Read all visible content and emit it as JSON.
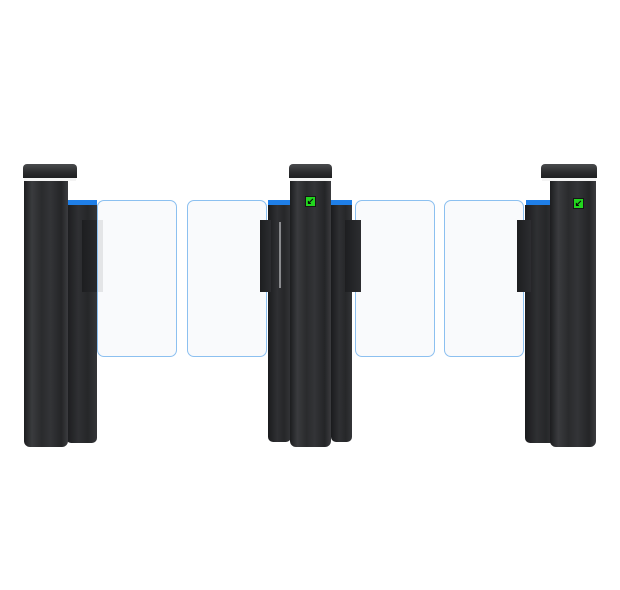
{
  "scene": {
    "description": "Three black swing-barrier turnstile pillars with transparent glass gate panels on white background",
    "background_color": "#ffffff",
    "pillar_color": "#2a2b2d",
    "indicator_strip_color": "#1f7fe8",
    "glass_border_color": "#8cc0f0",
    "sign_color": "#22d61e"
  },
  "pillars": [
    {
      "id": "left",
      "has_sign": false
    },
    {
      "id": "middle",
      "has_sign": true,
      "sign_symbol": "↙"
    },
    {
      "id": "right",
      "has_sign": true,
      "sign_symbol": "↙"
    }
  ],
  "glass_gates": [
    {
      "id": "gate-1"
    },
    {
      "id": "gate-2"
    },
    {
      "id": "gate-3"
    },
    {
      "id": "gate-4"
    }
  ]
}
